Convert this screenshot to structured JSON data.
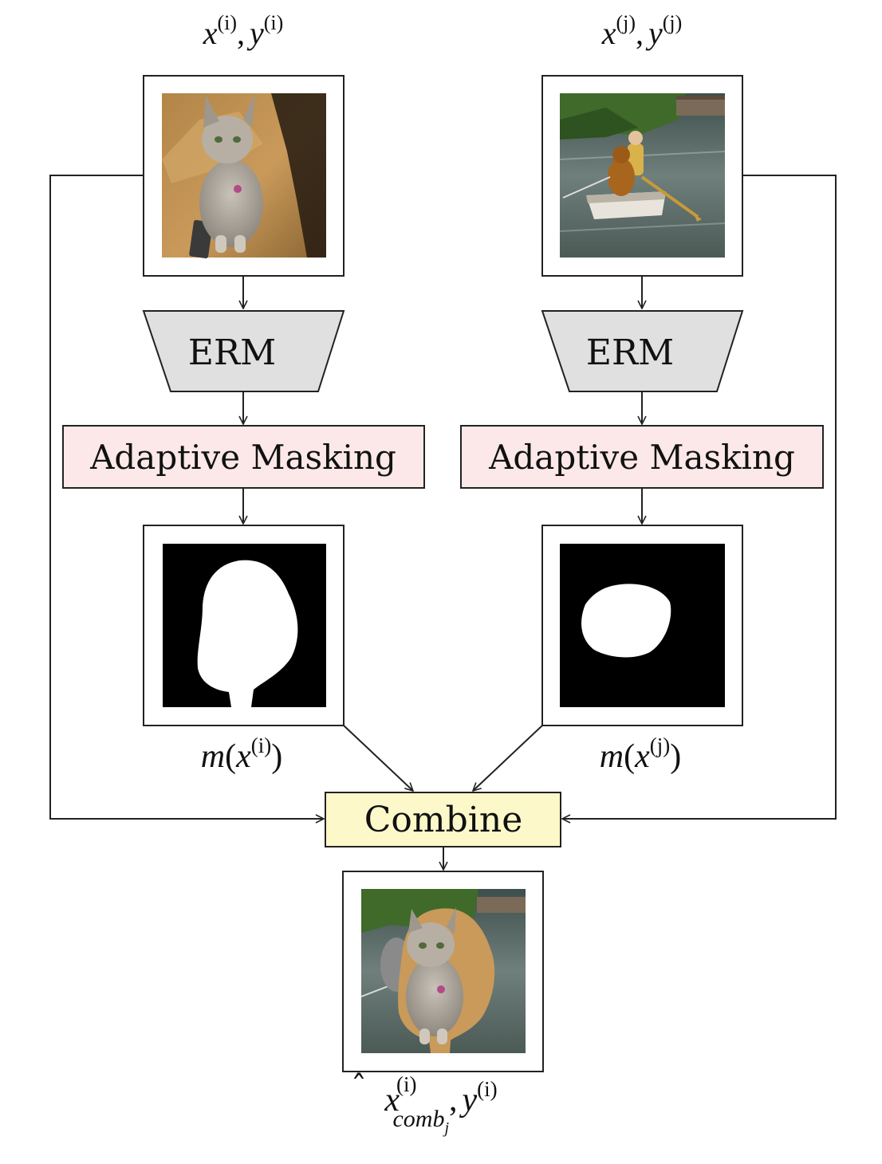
{
  "colors": {
    "erm_fill": "#e0e0e0",
    "masking_fill": "#fce8e8",
    "combine_fill": "#fdf8c9",
    "stroke": "#222222",
    "mask_background": "#000000",
    "mask_foreground": "#ffffff"
  },
  "left": {
    "input_label": {
      "a": "x",
      "a_sup": "(i)",
      "sep": ",",
      "b": "y",
      "b_sup": "(i)"
    },
    "input_image": "cat-photo",
    "erm_label": "ERM",
    "masking_label": "Adaptive Masking",
    "mask_image": "cat-mask",
    "mask_label": {
      "fn": "m",
      "open": "(",
      "var": "x",
      "sup": "(i)",
      "close": ")"
    }
  },
  "right": {
    "input_label": {
      "a": "x",
      "a_sup": "(j)",
      "sep": ",",
      "b": "y",
      "b_sup": "(j)"
    },
    "input_image": "dog-boat-photo",
    "erm_label": "ERM",
    "masking_label": "Adaptive Masking",
    "mask_image": "dog-mask",
    "mask_label": {
      "fn": "m",
      "open": "(",
      "var": "x",
      "sup": "(j)",
      "close": ")"
    }
  },
  "combine": {
    "label": "Combine"
  },
  "output": {
    "image": "combined-cat-on-lake-photo",
    "label": {
      "x": "x",
      "hat": "ˆ",
      "sup": "(i)",
      "sub": "comb",
      "subsub": "j",
      "sep": ",",
      "y": "y",
      "y_sup": "(i)"
    }
  }
}
